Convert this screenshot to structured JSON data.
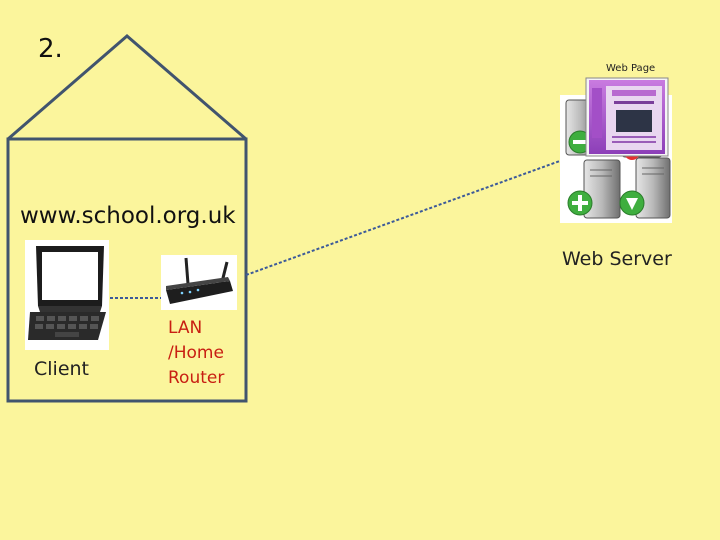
{
  "slide": {
    "number": "2."
  },
  "house": {
    "domain": "www.school.org.uk"
  },
  "nodes": {
    "client": {
      "label": "Client",
      "icon": "laptop-icon"
    },
    "router": {
      "label": "LAN /Home Router",
      "icon": "router-icon"
    },
    "server": {
      "label": "Web Server",
      "icon": "server-icon"
    },
    "webpage": {
      "label": "Web Page",
      "icon": "web-page-icon"
    }
  },
  "colors": {
    "background": "#fbf59c",
    "house_outline": "#41546e",
    "link": "#3c5a99",
    "router_text": "#c81e12"
  }
}
